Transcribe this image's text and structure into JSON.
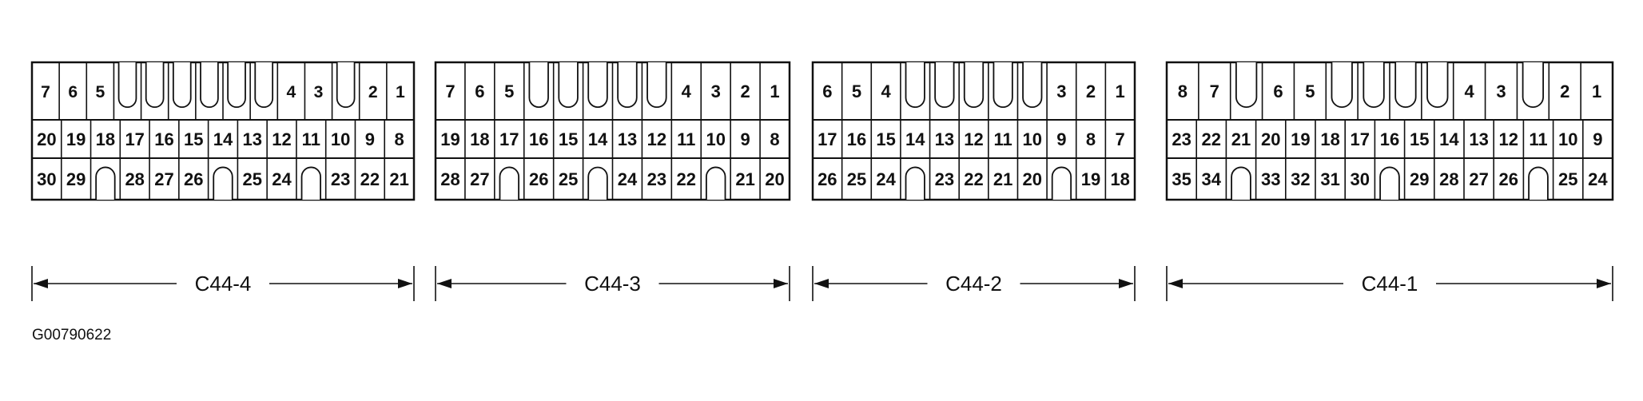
{
  "figure_id": "G00790622",
  "connectors": [
    {
      "label": "C44-4",
      "rows": [
        [
          "7",
          "6",
          "5",
          "",
          "",
          "",
          "",
          "",
          "",
          "4",
          "3",
          "",
          "2",
          "1"
        ],
        [
          "20",
          "19",
          "18",
          "17",
          "16",
          "15",
          "14",
          "13",
          "12",
          "11",
          "10",
          "9",
          "8"
        ],
        [
          "30",
          "29",
          "",
          "28",
          "27",
          "26",
          "",
          "25",
          "24",
          "",
          "23",
          "22",
          "21"
        ]
      ]
    },
    {
      "label": "C44-3",
      "rows": [
        [
          "7",
          "6",
          "5",
          "",
          "",
          "",
          "",
          "",
          "4",
          "3",
          "2",
          "1"
        ],
        [
          "19",
          "18",
          "17",
          "16",
          "15",
          "14",
          "13",
          "12",
          "11",
          "10",
          "9",
          "8"
        ],
        [
          "28",
          "27",
          "",
          "26",
          "25",
          "",
          "24",
          "23",
          "22",
          "",
          "21",
          "20"
        ]
      ]
    },
    {
      "label": "C44-2",
      "rows": [
        [
          "6",
          "5",
          "4",
          "",
          "",
          "",
          "",
          "",
          "3",
          "2",
          "1"
        ],
        [
          "17",
          "16",
          "15",
          "14",
          "13",
          "12",
          "11",
          "10",
          "9",
          "8",
          "7"
        ],
        [
          "26",
          "25",
          "24",
          "",
          "23",
          "22",
          "21",
          "20",
          "",
          "19",
          "18"
        ]
      ]
    },
    {
      "label": "C44-1",
      "rows": [
        [
          "8",
          "7",
          "",
          "6",
          "5",
          "",
          "",
          "",
          "",
          "4",
          "3",
          "",
          "2",
          "1"
        ],
        [
          "23",
          "22",
          "21",
          "20",
          "19",
          "18",
          "17",
          "16",
          "15",
          "14",
          "13",
          "12",
          "11",
          "10",
          "9"
        ],
        [
          "35",
          "34",
          "",
          "33",
          "32",
          "31",
          "30",
          "",
          "29",
          "28",
          "27",
          "26",
          "",
          "25",
          "24"
        ]
      ]
    }
  ]
}
